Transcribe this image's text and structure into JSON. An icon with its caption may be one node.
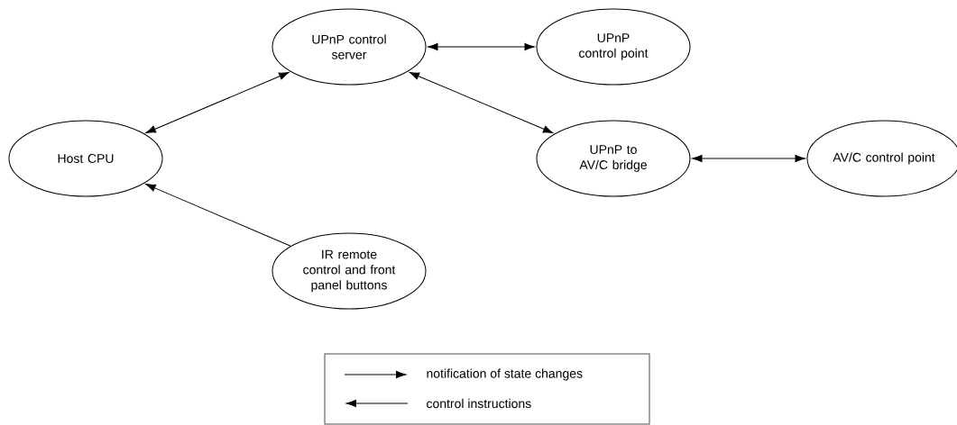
{
  "diagram": {
    "nodes": [
      {
        "text": [
          "Host CPU"
        ]
      },
      {
        "text": [
          "UPnP control server"
        ]
      },
      {
        "text": [
          "UPnP control point"
        ]
      },
      {
        "text": [
          "UPnP to AV/C bridge"
        ]
      },
      {
        "text": [
          "AV/C control point"
        ]
      },
      {
        "text": [
          "IR remote control and front panel buttons"
        ]
      }
    ],
    "edges": [
      {
        "from": 0,
        "to": 1,
        "arrow": "both"
      },
      {
        "from": 1,
        "to": 2,
        "arrow": "both"
      },
      {
        "from": 1,
        "to": 3,
        "arrow": "both"
      },
      {
        "from": 3,
        "to": 4,
        "arrow": "both"
      },
      {
        "from": 5,
        "to": 0,
        "arrow": "to"
      }
    ],
    "legend": [
      {
        "text": "notification of state changes"
      },
      {
        "text": "control instructions"
      }
    ]
  }
}
